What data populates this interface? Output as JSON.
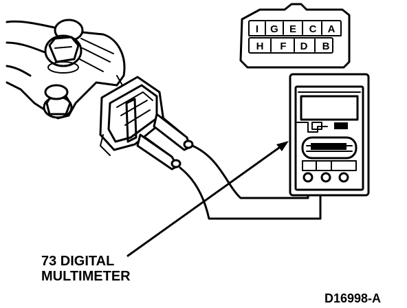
{
  "connector": {
    "top_row": [
      "I",
      "G",
      "E",
      "C",
      "A"
    ],
    "bottom_row": [
      "H",
      "F",
      "D",
      "B"
    ]
  },
  "callout": {
    "line1": "73 DIGITAL",
    "line2": "MULTIMETER"
  },
  "figure_id": "D16998-A"
}
